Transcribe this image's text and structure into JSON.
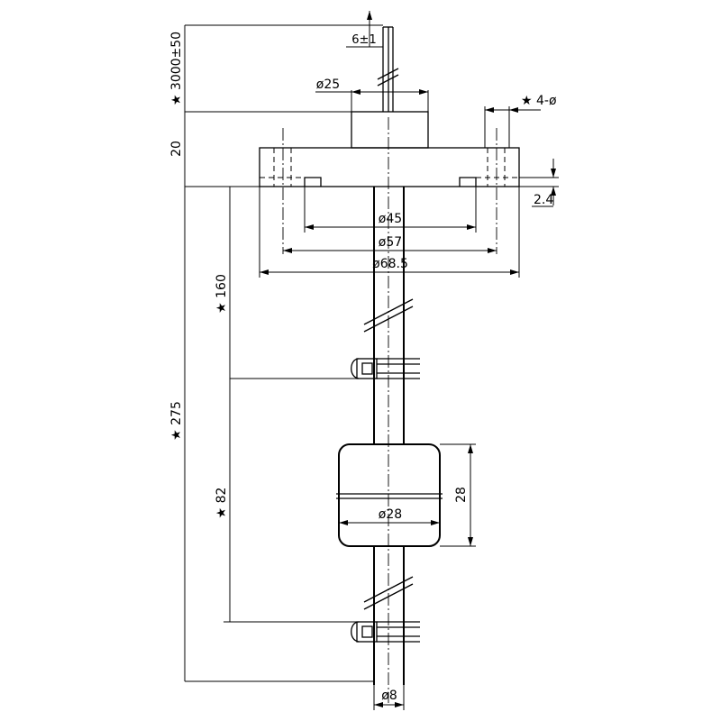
{
  "dimensions": {
    "lead_length": "★ 3000±50",
    "lead_dia": "6±1",
    "boss_dia": "ø25",
    "holes": "★ 4-ø",
    "flange_thickness": "20",
    "recess_depth": "2.4",
    "d45": "ø45",
    "d57": "ø57",
    "d685": "ø68.5",
    "d160": "★ 160",
    "d275": "★ 275",
    "d82": "★ 82",
    "float_height": "28",
    "float_dia": "ø28",
    "stem_dia": "ø8"
  }
}
